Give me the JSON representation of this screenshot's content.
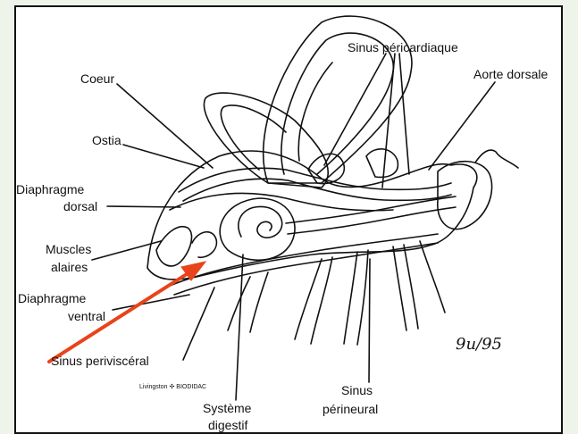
{
  "labels": {
    "coeur": "Coeur",
    "ostia": "Ostia",
    "diaphragme_dorsal_1": "Diaphragme",
    "diaphragme_dorsal_2": "dorsal",
    "muscles_alaires_1": "Muscles",
    "muscles_alaires_2": "alaires",
    "diaphragme_ventral_1": "Diaphragme",
    "diaphragme_ventral_2": "ventral",
    "sinus_perivisceral": "Sinus periviscéral",
    "systeme_digestif_1": "Système",
    "systeme_digestif_2": "digestif",
    "sinus_perineural_1": "Sinus",
    "sinus_perineural_2": "périneural",
    "sinus_pericardiaque": "Sinus péricardiaque",
    "aorte_dorsale": "Aorte dorsale",
    "credit": "Livingston ✣ BIODIDAC",
    "signature": "9u/95"
  },
  "colors": {
    "background": "#eef4ea",
    "ink": "#111111",
    "arrow": "#e8431a"
  }
}
